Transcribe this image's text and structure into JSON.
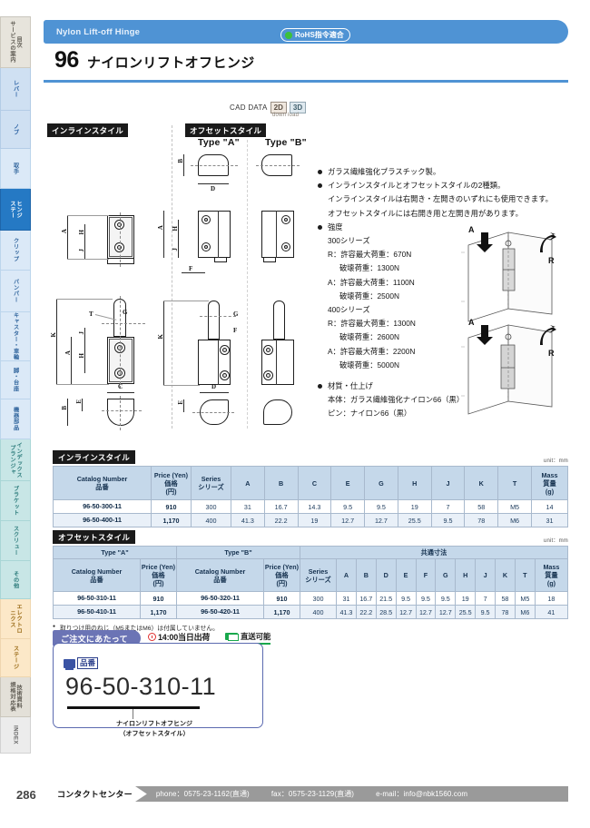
{
  "sidebar": {
    "items": [
      {
        "name": "hinges-general",
        "label": "目次\nサービスの案内",
        "style": "st-gray",
        "h": 57
      },
      {
        "name": "lever",
        "label": "レバー",
        "style": "st-blue",
        "h": 47
      },
      {
        "name": "knob",
        "label": "ノブ",
        "style": "st-blue",
        "h": 42
      },
      {
        "name": "handle",
        "label": "取手",
        "style": "st-lblue",
        "h": 44
      },
      {
        "name": "hinge",
        "label": "ヒンジ\nステー",
        "style": "st-active",
        "h": 46
      },
      {
        "name": "clip",
        "label": "クリップ",
        "style": "st-lblue",
        "h": 44
      },
      {
        "name": "bumper",
        "label": "バンパー",
        "style": "st-lblue",
        "h": 46
      },
      {
        "name": "caster",
        "label": "キャスター・車輪",
        "style": "st-lblue",
        "h": 54
      },
      {
        "name": "leg",
        "label": "脚・台座",
        "style": "st-lblue",
        "h": 42
      },
      {
        "name": "sealing",
        "label": "機器部品",
        "style": "st-lblue",
        "h": 44
      },
      {
        "name": "index-bracket",
        "label": "インデックス\nプランジャ",
        "style": "st-teal",
        "h": 46
      },
      {
        "name": "bracket",
        "label": "ブラケット",
        "style": "st-teal",
        "h": 44
      },
      {
        "name": "screw",
        "label": "スクリュー",
        "style": "st-teal",
        "h": 44
      },
      {
        "name": "misc",
        "label": "その他",
        "style": "st-teal",
        "h": 42
      },
      {
        "name": "electronics",
        "label": "エレクトロ\nニクス",
        "style": "st-cream",
        "h": 44
      },
      {
        "name": "stage",
        "label": "ステージ",
        "style": "st-cream",
        "h": 42
      },
      {
        "name": "tech-data",
        "label": "技術資料\n規格対応表",
        "style": "st-stone",
        "h": 44
      },
      {
        "name": "index",
        "label": "INDEX",
        "style": "st-idx",
        "h": 40
      }
    ]
  },
  "header": {
    "eyebrow": "Nylon Lift-off Hinge",
    "rohs": "RoHS指令適合",
    "number": "96",
    "title_jp": "ナイロンリフトオフヒンジ"
  },
  "cad": {
    "label": "CAD DATA",
    "chip_2d": "2D",
    "chip_3d": "3D",
    "download": "down load"
  },
  "drawings": {
    "tag_inline": "インラインスタイル",
    "tag_offset": "オフセットスタイル",
    "type_a": "Type \"A\"",
    "type_b": "Type \"B\"",
    "dims": {
      "A": "A",
      "B": "B",
      "C": "C",
      "D": "D",
      "E": "E",
      "F": "F",
      "G": "G",
      "H": "H",
      "J": "J",
      "K": "K",
      "T": "T"
    }
  },
  "specs": {
    "l1": "ガラス繊維強化プラスチック製。",
    "l2": "インラインスタイルとオフセットスタイルの2種類。",
    "l2a": "インラインスタイルは右開き・左開きのいずれにも使用できます。",
    "l2b": "オフセットスタイルには右開き用と左開き用があります。",
    "l3": "強度",
    "s300": "300シリーズ",
    "s300_r": "R：許容最大荷重：670N",
    "s300_r2": "破壊荷重：1300N",
    "s300_a": "A：許容最大荷重：1100N",
    "s300_a2": "破壊荷重：2500N",
    "s400": "400シリーズ",
    "s400_r": "R：許容最大荷重：1300N",
    "s400_r2": "破壊荷重：2600N",
    "s400_a": "A：許容最大荷重：2200N",
    "s400_a2": "破壊荷重：5000N",
    "l4": "材質・仕上げ",
    "mat1": "本体：ガラス繊維強化ナイロン66（黒）",
    "mat2": "ピン：ナイロン66（黒）",
    "load_a": "A",
    "load_r": "R"
  },
  "inline_table": {
    "tag": "インラインスタイル",
    "unit": "unit：mm",
    "headers": {
      "catalog": "Catalog Number\n品番",
      "price": "Price (Yen)\n価格\n(円)",
      "series": "Series\nシリーズ",
      "mass": "Mass\n質量\n(g)"
    },
    "dim_cols": [
      "A",
      "B",
      "C",
      "E",
      "G",
      "H",
      "J",
      "K",
      "T"
    ],
    "rows": [
      {
        "catalog": "96-50-300-11",
        "price": "910",
        "series": "300",
        "A": "31",
        "B": "16.7",
        "C": "14.3",
        "E": "9.5",
        "G": "9.5",
        "H": "19",
        "J": "7",
        "K": "58",
        "T": "M5",
        "mass": "14"
      },
      {
        "catalog": "96-50-400-11",
        "price": "1,170",
        "series": "400",
        "A": "41.3",
        "B": "22.2",
        "C": "19",
        "E": "12.7",
        "G": "12.7",
        "H": "25.5",
        "J": "9.5",
        "K": "78",
        "T": "M6",
        "mass": "31"
      }
    ]
  },
  "offset_table": {
    "tag": "オフセットスタイル",
    "unit": "unit：mm",
    "group_a": "Type \"A\"",
    "group_b": "Type \"B\"",
    "group_common": "共通寸法",
    "headers": {
      "catalog": "Catalog Number\n品番",
      "price": "Price (Yen)\n価格\n(円)",
      "series": "Series\nシリーズ",
      "mass": "Mass\n質量\n(g)"
    },
    "dim_cols": [
      "A",
      "B",
      "D",
      "E",
      "F",
      "G",
      "H",
      "J",
      "K",
      "T"
    ],
    "rows": [
      {
        "catalog_a": "96-50-310-11",
        "price_a": "910",
        "catalog_b": "96-50-320-11",
        "price_b": "910",
        "series": "300",
        "A": "31",
        "B": "16.7",
        "D": "21.5",
        "E": "9.5",
        "F": "9.5",
        "G": "9.5",
        "H": "19",
        "J": "7",
        "K": "58",
        "T": "M5",
        "mass": "18"
      },
      {
        "catalog_a": "96-50-410-11",
        "price_a": "1,170",
        "catalog_b": "96-50-420-11",
        "price_b": "1,170",
        "series": "400",
        "A": "41.3",
        "B": "22.2",
        "D": "28.5",
        "E": "12.7",
        "F": "12.7",
        "G": "12.7",
        "H": "25.5",
        "J": "9.5",
        "K": "78",
        "T": "M6",
        "mass": "41"
      }
    ],
    "note": "取りつけ用のねじ（M5またはM6）は付属していません。"
  },
  "order": {
    "tag": "ご注文にあたって",
    "badge_ship": "14:00当日出荷",
    "badge_direct": "直送可能",
    "hinban_label": "品番",
    "part_number": "96-50-310-11",
    "callout_line1": "ナイロンリフトオフヒンジ",
    "callout_line2": "（オフセットスタイル）"
  },
  "footer": {
    "page": "286",
    "contact": "コンタクトセンター",
    "phone": "phone：0575-23-1162(直通)",
    "fax": "fax：0575-23-1129(直通)",
    "email": "e-mail：info@nbk1560.com"
  },
  "colors": {
    "brand_blue": "#4f93d4",
    "active_tab": "#2579c4",
    "table_header": "#c5d8ea",
    "order_purple": "#6b74b5",
    "footer_gray": "#9a9a9a"
  }
}
